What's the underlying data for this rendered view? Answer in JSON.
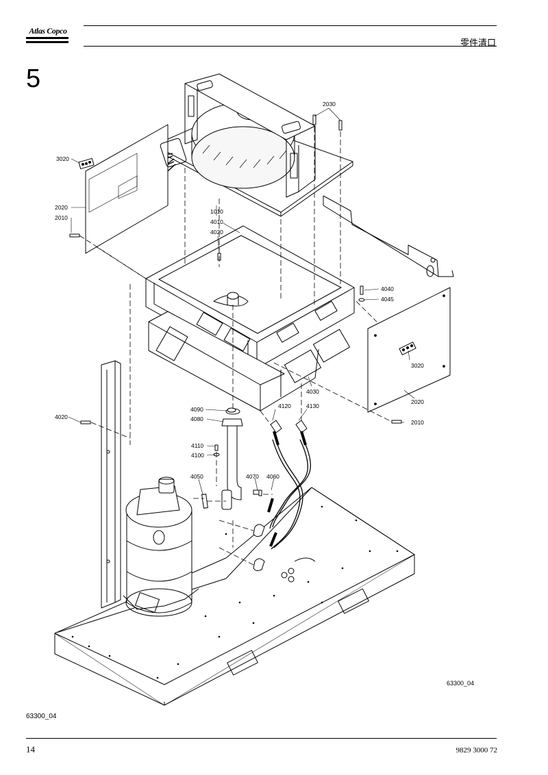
{
  "header": {
    "brand": "Atlas Copco",
    "title": "零件清口"
  },
  "section_number": "5",
  "figure_code": "63300_04",
  "callouts": {
    "c3020a": "3020",
    "c2020a": "2020",
    "c2010a": "2010",
    "c2030": "2030",
    "c1010": "1010",
    "c4010": "4010",
    "c4020a": "4020",
    "c4040": "4040",
    "c4045": "4045",
    "c3020b": "3020",
    "c4030": "4030",
    "c2020b": "2020",
    "c2010b": "2010",
    "c4020b": "4020",
    "c4090": "4090",
    "c4080": "4080",
    "c4120": "4120",
    "c4130": "4130",
    "c4110": "4110",
    "c4100": "4100",
    "c4050": "4050",
    "c4070": "4070",
    "c4060": "4060"
  },
  "footer": {
    "page_number": "14",
    "doc_number": "9829 3000 72"
  }
}
